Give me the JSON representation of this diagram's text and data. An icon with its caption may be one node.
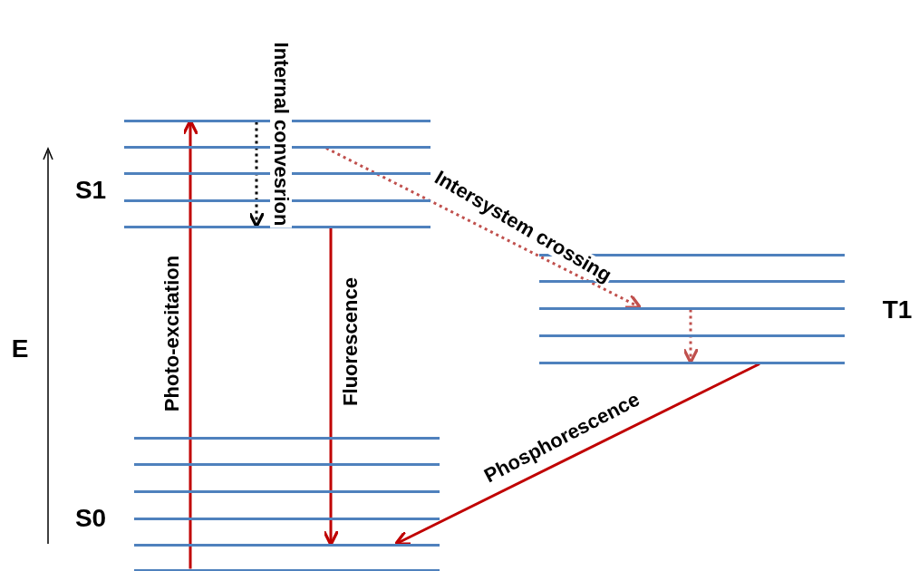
{
  "diagram": {
    "nodes": [
      {
        "text": [],
        "shape": "bar"
      },
      {
        "text": [],
        "shape": "bar"
      },
      {
        "text": [],
        "shape": "bar"
      },
      {
        "text": [],
        "shape": "bar"
      },
      {
        "text": [],
        "shape": "bar"
      },
      {
        "text": [],
        "shape": "bar"
      },
      {
        "text": [],
        "shape": "bar"
      },
      {
        "text": [],
        "shape": "bar"
      },
      {
        "text": [],
        "shape": "bar"
      },
      {
        "text": [],
        "shape": "bar"
      },
      {
        "text": [],
        "shape": "bar"
      },
      {
        "text": [],
        "shape": "bar"
      },
      {
        "text": [],
        "shape": "bar"
      },
      {
        "text": [],
        "shape": "bar"
      },
      {
        "text": [],
        "shape": "bar"
      },
      {
        "text": [],
        "shape": "bar"
      }
    ],
    "edges": [
      {
        "from": 15,
        "to": 0,
        "arrow": "to",
        "label": "Photo-excitation"
      },
      {
        "from": 0,
        "to": 4,
        "arrow": "to",
        "label": "Internal convesrion",
        "style": "dashed",
        "color": "#000000"
      },
      {
        "from": 1,
        "to": 7,
        "arrow": "to",
        "label": "Intersystem crossing",
        "style": "dashed",
        "color": "#c0504d"
      },
      {
        "from": 7,
        "to": 9,
        "arrow": "to",
        "style": "dashed",
        "color": "#c0504d"
      },
      {
        "from": 4,
        "to": 14,
        "arrow": "to",
        "label": "Fluorescence"
      },
      {
        "from": 9,
        "to": 14,
        "arrow": "to",
        "label": "Phosphorescence"
      }
    ],
    "labels": [
      "S1",
      "E",
      "T1",
      "S0"
    ]
  }
}
